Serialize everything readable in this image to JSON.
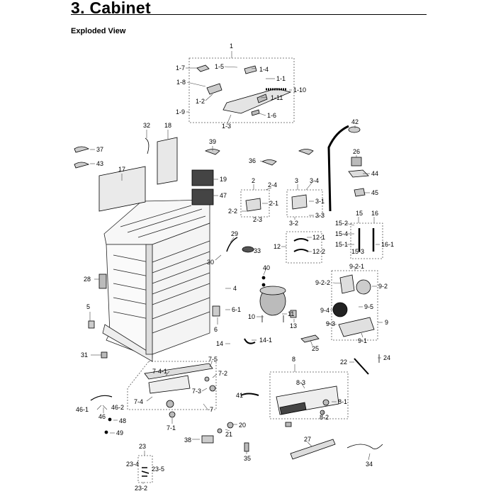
{
  "header": {
    "title": "3.  Cabinet",
    "subtitle": "Exploded View"
  },
  "callouts": {
    "c1": "1",
    "c1_7": "1-7",
    "c1_5": "1-5",
    "c1_4": "1-4",
    "c1_1": "1-1",
    "c1_8": "1-8",
    "c1_10": "1-10",
    "c1_2": "1-2",
    "c1_11": "1-11",
    "c1_9": "1-9",
    "c1_6": "1-6",
    "c1_3": "1-3",
    "c32": "32",
    "c18": "18",
    "c37": "37",
    "c43": "43",
    "c17": "17",
    "c39": "39",
    "c36": "36",
    "c19": "19",
    "c47": "47",
    "c42": "42",
    "c26": "26",
    "c44": "44",
    "c45": "45",
    "c2": "2",
    "c2_4": "2-4",
    "c2_1": "2-1",
    "c2_2": "2-2",
    "c2_3": "2-3",
    "c3": "3",
    "c3_4": "3-4",
    "c3_1": "3-1",
    "c3_3": "3-3",
    "c3_2": "3-2",
    "c15": "15",
    "c16": "16",
    "c15_2": "15-2",
    "c15_4": "15-4",
    "c15_1": "15-1",
    "c15_3": "15-3",
    "c16_1": "16-1",
    "c12_1": "12-1",
    "c12": "12",
    "c12_2": "12-2",
    "c29": "29",
    "c33": "33",
    "c30": "30",
    "c40": "40",
    "c9_2_1": "9-2-1",
    "c9_2_2": "9-2-2",
    "c9_2": "9-2",
    "c28": "28",
    "c4": "4",
    "c11": "11",
    "c9_5": "9-5",
    "c9_4": "9-4",
    "c9_3": "9-3",
    "c9": "9",
    "c9_1": "9-1",
    "c5": "5",
    "c6_1": "6-1",
    "c10": "10",
    "c13": "13",
    "c6": "6",
    "c14": "14",
    "c14_1": "14-1",
    "c25": "25",
    "c31": "31",
    "c8": "8",
    "c22": "22",
    "c24": "24",
    "c7_5": "7-5",
    "c7_4_1": "7-4-1",
    "c7_2": "7-2",
    "c8_3": "8-3",
    "c7_3": "7-3",
    "c41": "41",
    "c7_4": "7-4",
    "c8_1": "8-1",
    "c46_1": "46-1",
    "c46_2": "46-2",
    "c7": "7",
    "c46": "46",
    "c8_2": "8-2",
    "c48": "48",
    "c7_1": "7-1",
    "c20": "20",
    "c49": "49",
    "c21": "21",
    "c38": "38",
    "c27": "27",
    "c23": "23",
    "c23_4": "23-4",
    "c23_5": "23-5",
    "c35": "35",
    "c34": "34",
    "c23_2": "23-2"
  }
}
